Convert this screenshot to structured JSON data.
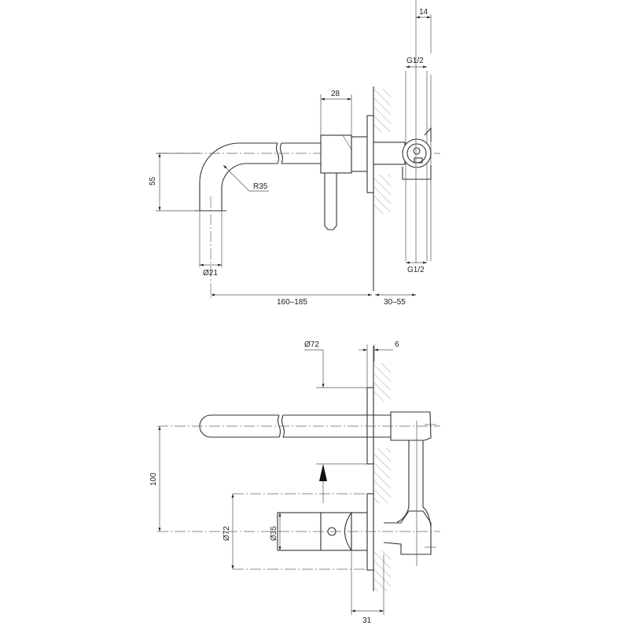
{
  "side_view": {
    "dim_14": "14",
    "dim_g12_top": "G1/2",
    "dim_28": "28",
    "dim_55": "55",
    "dim_r35": "R35",
    "dim_d21": "Ø21",
    "dim_g12_bottom": "G1/2",
    "dim_160_185": "160–185",
    "dim_30_55": "30–55"
  },
  "front_view": {
    "dim_d72_top": "Ø72",
    "dim_6": "6",
    "dim_100": "100",
    "dim_d72_left": "Ø72",
    "dim_d35": "Ø35",
    "dim_31": "31"
  }
}
